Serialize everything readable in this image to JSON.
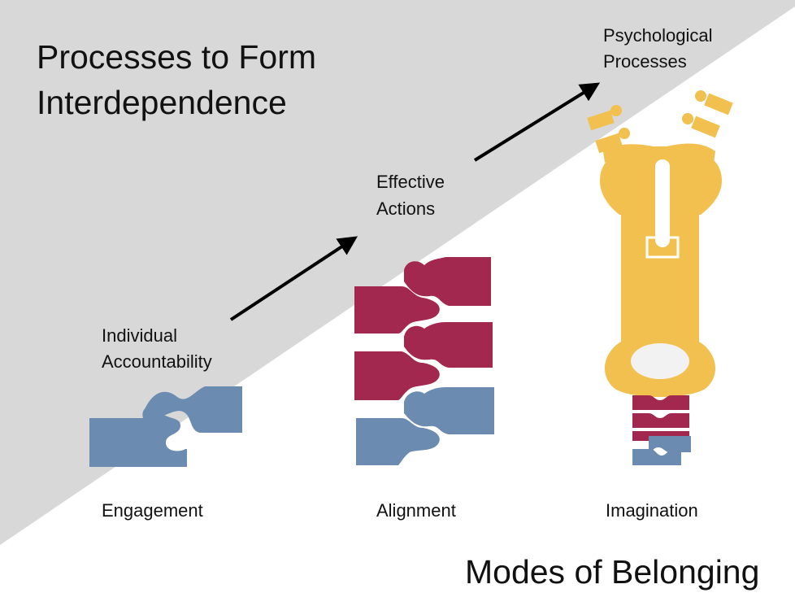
{
  "title_top": [
    "Processes to Form",
    "Interdependence"
  ],
  "title_bottom": "Modes of Belonging",
  "processes": {
    "individual_accountability": [
      "Individual",
      "Accountability"
    ],
    "effective_actions": [
      "Effective",
      "Actions"
    ],
    "psychological_processes": [
      "Psychological",
      "Processes"
    ]
  },
  "modes": {
    "engagement": "Engagement",
    "alignment": "Alignment",
    "imagination": "Imagination"
  },
  "colors": {
    "gray_area": "#d8d8d8",
    "blue": "#6b8cb0",
    "crimson": "#a3284f",
    "gold": "#f2c04f",
    "arrow": "#000000"
  },
  "icons": [
    "puzzle-pieces-icon",
    "stacked-puzzle-icon",
    "zipper-icon",
    "arrow-icon"
  ]
}
